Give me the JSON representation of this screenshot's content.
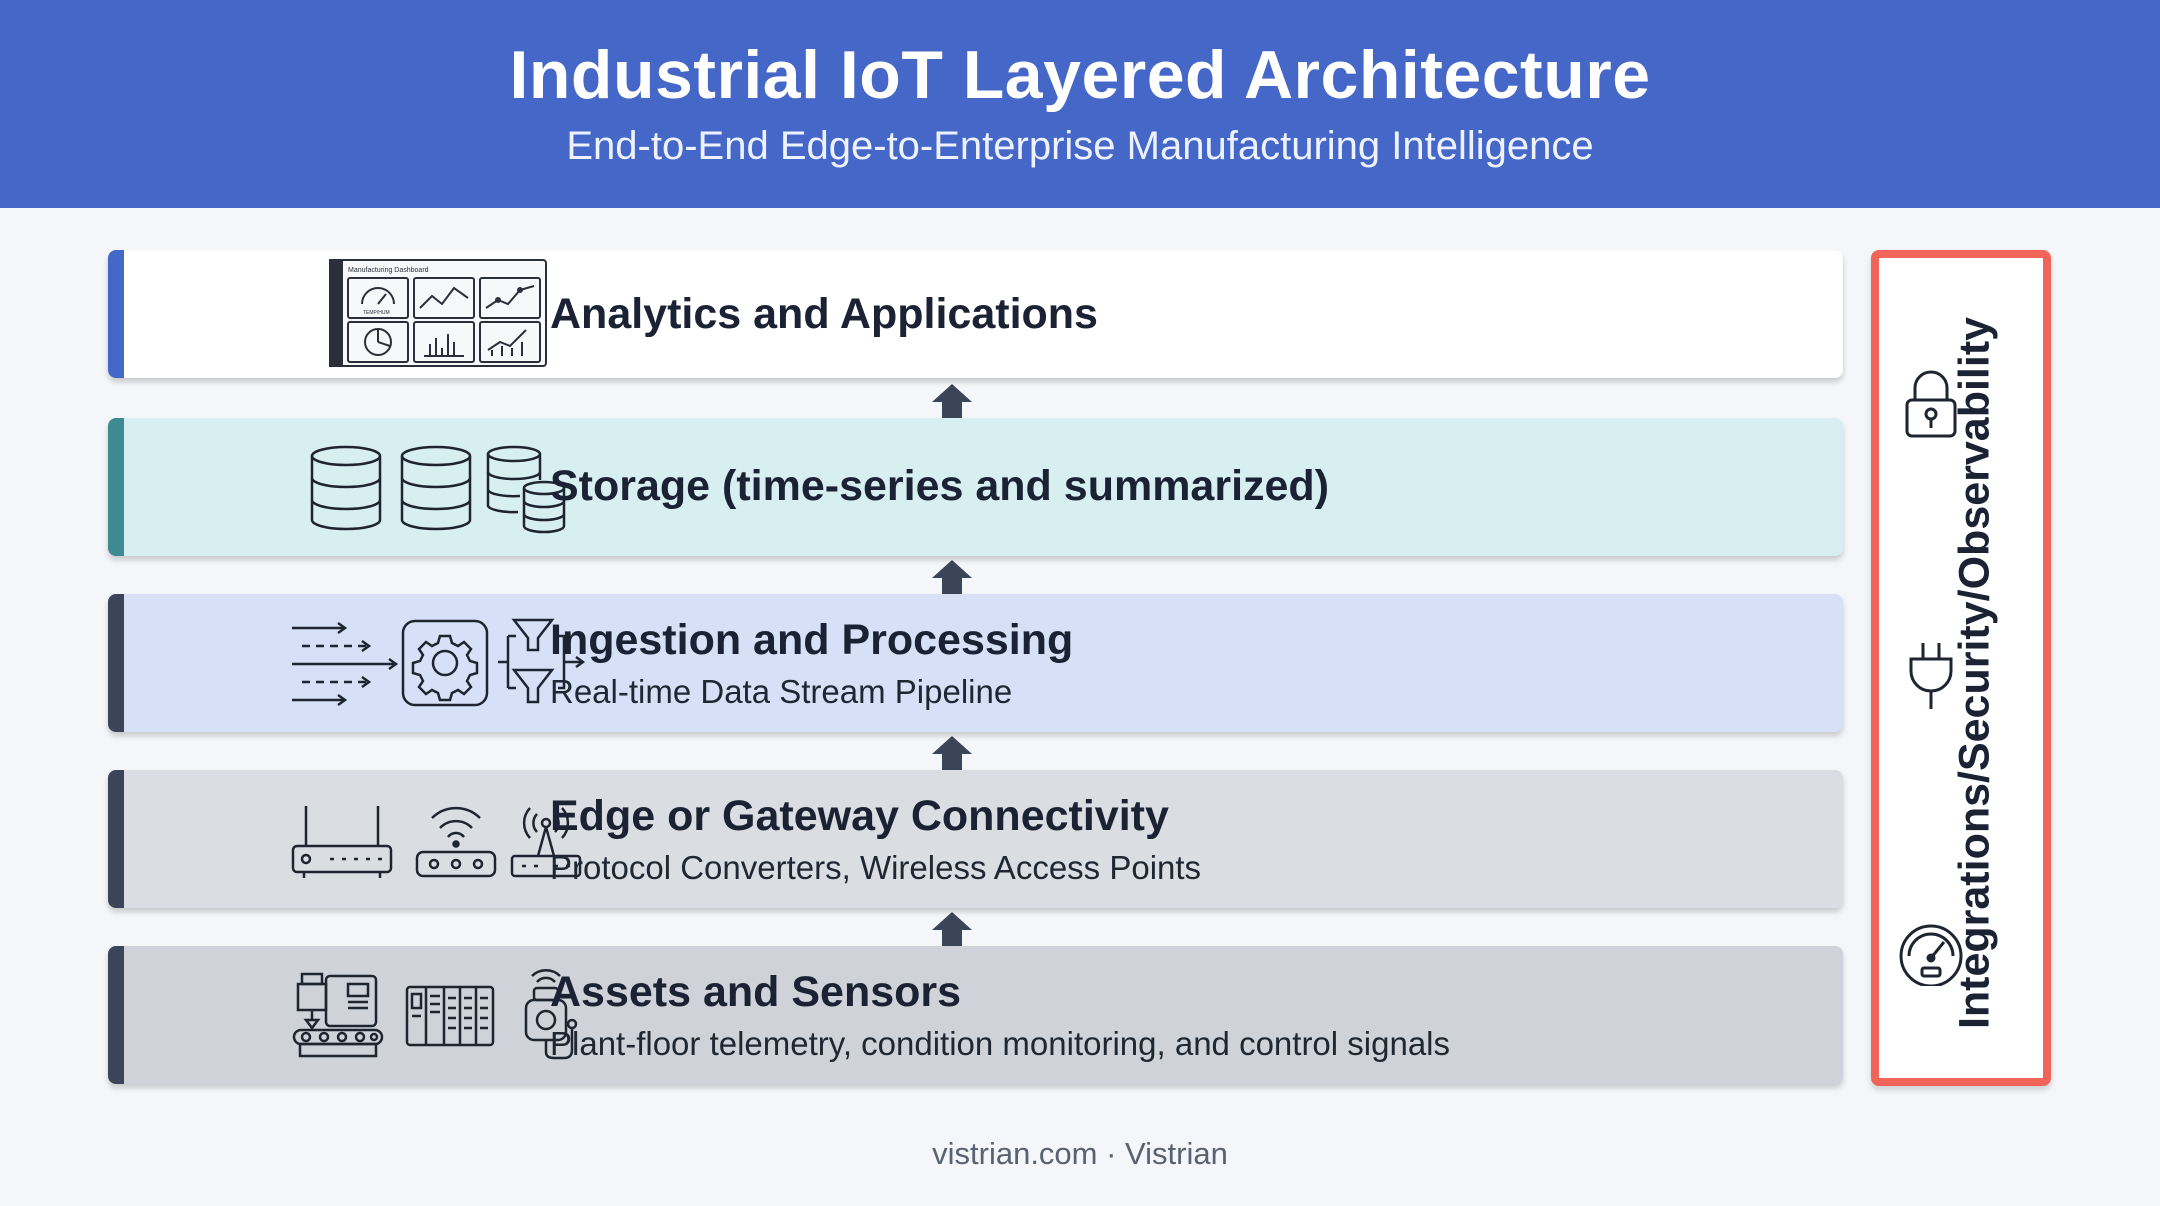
{
  "header": {
    "title": "Industrial IoT Layered Architecture",
    "subtitle": "End-to-End Edge-to-Enterprise Manufacturing Intelligence"
  },
  "layers": [
    {
      "name": "Analytics and Applications",
      "description": "",
      "icons": [
        "dashboard-icon"
      ],
      "dashboard_caption": "Manufacturing Dashboard",
      "gauge_caption": "TEMP/HUM",
      "accent_color": "#4467c8",
      "background_color": "#ffffff"
    },
    {
      "name": "Storage (time-series and summarized)",
      "description": "",
      "icons": [
        "database-icon",
        "database-icon",
        "stacked-database-icon"
      ],
      "accent_color": "#3e8a93",
      "background_color": "#d8eff2"
    },
    {
      "name": "Ingestion and Processing",
      "description": "Real-time Data Stream Pipeline",
      "icons": [
        "data-streams-icon",
        "gear-icon",
        "funnel-filter-icon"
      ],
      "accent_color": "#3b4458",
      "background_color": "#d6e1f8"
    },
    {
      "name": "Edge or Gateway Connectivity",
      "description": "Protocol Converters, Wireless Access Points",
      "icons": [
        "router-icon",
        "wifi-gateway-icon",
        "wireless-antenna-icon"
      ],
      "accent_color": "#3b4458",
      "background_color": "#dadde2"
    },
    {
      "name": "Assets and Sensors",
      "description": "Plant-floor telemetry, condition monitoring, and control signals",
      "icons": [
        "machine-icon",
        "plc-rack-icon",
        "wireless-sensor-icon"
      ],
      "accent_color": "#3b4458",
      "background_color": "#cfd2d8"
    }
  ],
  "flow_arrows": [
    "up-arrow-icon",
    "up-arrow-icon",
    "up-arrow-icon",
    "up-arrow-icon"
  ],
  "side_panel": {
    "label": "Integrations/Security/Observability",
    "icons": [
      "lock-icon",
      "plug-icon",
      "speedometer-icon"
    ],
    "border_color": "#f06459"
  },
  "footer": {
    "text": "vistrian.com · Vistrian"
  }
}
